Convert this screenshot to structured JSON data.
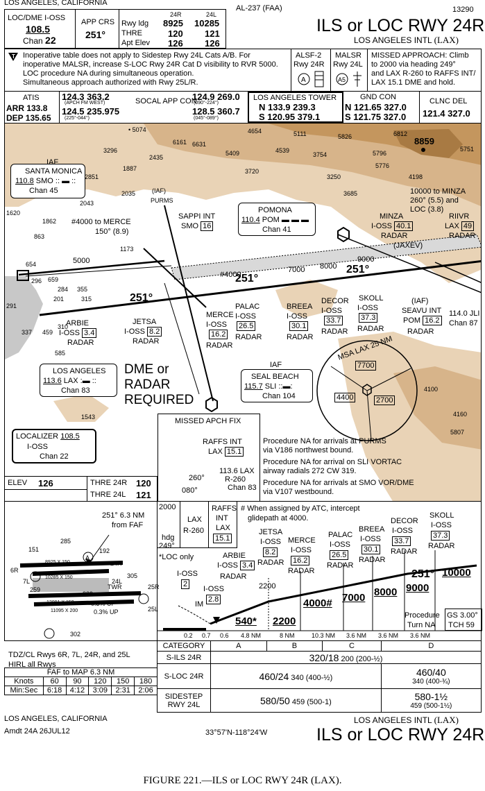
{
  "header": {
    "location_top": "LOS ANGELES, CALIFORNIA",
    "faa_code": "AL-237 (FAA)",
    "chart_number": "13290",
    "title": "ILS or LOC RWY 24R",
    "airport": "LOS ANGELES INTL",
    "airport_id": "(LAX)",
    "loc_label": "LOC/DME  I-OSS",
    "loc_freq": "108.5",
    "chan_label": "Chan",
    "chan_num": "22",
    "app_crs_label": "APP CRS",
    "app_crs": "251°",
    "rwy_idg_label": "Rwy ldg",
    "thre_label": "THRE",
    "apt_elev_label": "Apt Elev",
    "rwy1": "24R",
    "rwy2": "24L",
    "ldg1": "8925",
    "ldg2": "10285",
    "thre1": "120",
    "thre2": "121",
    "elev1": "126",
    "elev2": "126"
  },
  "notes": {
    "note1": "Inoperative table does not apply to Sidestep Rwy 24L Cats A/B.  For",
    "note2": "inoperative MALSR, increase S-LOC Rwy 24R Cat D visibility to RVR 5000.",
    "note3": "LOC procedure NA during simultaneous operation.",
    "note4": "Simultaneous approach authorized with Rwy 25L/R.",
    "alsf": "ALSF-2",
    "alsf_rwy": "Rwy 24R",
    "malsr": "MALSR",
    "malsr_rwy": "Rwy 24L",
    "missed1": "MISSED APPROACH:  Climb",
    "missed2": "to 2000 via heading 249°",
    "missed3": "and LAX R-260 to RAFFS INT/",
    "missed4": "LAX 15.1 DME and hold."
  },
  "comms": {
    "atis": "ATIS",
    "arr": "ARR 133.8",
    "dep": "DEP 135.65",
    "socal1": "124.3  363.2",
    "socal_note1": "(APCH FM WEST)",
    "socal2": "124.5  235.975",
    "socal_note2": "(225°-044°)",
    "socal_label": "SOCAL APP CON",
    "socal3": "124.9  269.0",
    "socal_note3": "(090°-224°)",
    "socal4": "128.5  360.7",
    "socal_note4": "(045°-089°)",
    "tower_label": "LOS ANGELES TOWER",
    "tower_n": "N 133.9  239.3",
    "tower_s": "S 120.95  379.1",
    "gnd_label": "GND CON",
    "gnd_n": "N 121.65  327.0",
    "gnd_s": "S 121.75  327.0",
    "clnc_label": "CLNC DEL",
    "clnc": "121.4  327.0"
  },
  "plan": {
    "santa_monica": "SANTA MONICA",
    "smo_freq": "110.8",
    "smo_id": "SMO",
    "chan45": "Chan 45",
    "iaf": "IAF",
    "pomona": "POMONA",
    "pom_freq": "110.4",
    "pom_id": "POM",
    "chan41": "Chan 41",
    "los_angeles": "LOS ANGELES",
    "lax_freq": "113.6",
    "lax_id": "LAX",
    "chan83": "Chan 83",
    "seal_beach": "SEAL BEACH",
    "sli_freq": "115.7",
    "sli_id": "SLI",
    "chan104": "Chan 104",
    "localizer": "LOCALIZER",
    "loc_freq": "108.5",
    "loc_id": "I-OSS",
    "chan22": "Chan 22",
    "dme_req1": "DME or",
    "dme_req2": "RADAR",
    "dme_req3": "REQUIRED",
    "minza_note1": "10000 to MINZA",
    "minza_note2": "260° (5.5) and",
    "minza_note3": "LOC (3.8)",
    "merce_note1": "#4000 to MERCE",
    "merce_note2": "150° (8.9)",
    "jaxev": "(JAXEV)",
    "purms": "PURMS",
    "iaf_purms": "(IAF)",
    "sappi": "SAPPI INT",
    "smo16": "SMO",
    "smo16v": "16",
    "minza": "MINZA",
    "minza_ioss": "I-OSS",
    "minza_d": "40.1",
    "radar": "RADAR",
    "riivr": "RIIVR",
    "riivr_lax": "LAX",
    "riivr_d": "49",
    "arbie": "ARBIE",
    "jetsa": "JETSA",
    "merce": "MERCE",
    "palac": "PALAC",
    "breea": "BREEA",
    "decor": "DECOR",
    "skoll": "SKOLL",
    "seavu": "SEAVU INT",
    "arbie_d": "3.4",
    "jetsa_d": "8.2",
    "merce_d": "16.2",
    "palac_d": "26.5",
    "breea_d": "30.1",
    "decor_d": "33.7",
    "skoll_d": "37.3",
    "seavu_d": "16.2",
    "seavu_pom": "POM",
    "jli": "114.0 JLI",
    "chan87": "Chan 87",
    "msa": "MSA LAX 25 NM",
    "msa1": "7700",
    "msa2": "4400",
    "msa3": "2700",
    "missed_fix": "MISSED APCH FIX",
    "raffs": "RAFFS INT",
    "raffs_lax": "LAX",
    "raffs_d": "15.1",
    "proc_na1": "Procedure NA for arrivals at PURMS",
    "proc_na2": "via V186 northwest bound.",
    "proc_na3": "Procedure NA for arrival on SLI VORTAC",
    "proc_na4": "airway radials 272 CW 319.",
    "proc_na5": "Procedure NA for arrivals at SMO VOR/DME",
    "proc_na6": "via V107 westbound.",
    "elev_label": "ELEV",
    "elev": "126",
    "thre24r": "THRE 24R",
    "thre24r_v": "120",
    "thre24l": "THRE 24L",
    "thre24l_v": "121",
    "peaks": [
      "5074",
      "6161",
      "6631",
      "4654",
      "5111",
      "5826",
      "6812",
      "8859",
      "5751",
      "3296",
      "2435",
      "5409",
      "4539",
      "3754",
      "5796",
      "1887",
      "2851",
      "3720",
      "5776",
      "4198",
      "3250",
      "3685",
      "2035",
      "2043",
      "1620",
      "1862",
      "863",
      "1173",
      "654",
      "296",
      "659",
      "284",
      "355",
      "291",
      "201",
      "315",
      "337",
      "459",
      "310",
      "585",
      "1543",
      "4100",
      "4160",
      "5807"
    ]
  },
  "profile": {
    "hold_alt": "2000",
    "hdg": "hdg",
    "hdg_val": "249°",
    "lax": "LAX",
    "r260": "R-260",
    "raffs": "RAFFS",
    "int": "INT",
    "raffs_lax": "LAX",
    "raffs_d": "15.1",
    "note1": "# When assigned by ATC, intercept",
    "note2": "glidepath at 4000.",
    "loc_only": "*LOC only",
    "fixes": [
      {
        "n": "SKOLL",
        "id": "I-OSS",
        "d": "37.3",
        "r": "RADAR"
      },
      {
        "n": "DECOR",
        "id": "I-OSS",
        "d": "33.7",
        "r": "RADAR"
      },
      {
        "n": "BREEA",
        "id": "I-OSS",
        "d": "30.1",
        "r": "RADAR"
      },
      {
        "n": "PALAC",
        "id": "I-OSS",
        "d": "26.5",
        "r": "RADAR"
      },
      {
        "n": "MERCE",
        "id": "I-OSS",
        "d": "16.2",
        "r": "RADAR"
      },
      {
        "n": "JETSA",
        "id": "I-OSS",
        "d": "8.2",
        "r": "RADAR"
      },
      {
        "n": "ARBIE",
        "id": "I-OSS",
        "d": "3.4",
        "r": "RADAR"
      }
    ],
    "ioss2": "I-OSS",
    "d2": "2",
    "ioss28": "I-OSS",
    "d28": "2.8",
    "im": "IM",
    "crs": "251°",
    "alt10000": "10000",
    "alt9000": "9000",
    "alt8000": "8000",
    "alt7000": "7000",
    "alt4000": "4000#",
    "alt2200": "2200",
    "alt540": "540*",
    "alt2200b": "2200",
    "proc": "Procedure",
    "turn_na": "Turn NA",
    "gs": "GS 3.00°",
    "tch": "TCH 59",
    "dists": [
      "0.2",
      "0.7",
      "0.6",
      "4.8 NM",
      "8 NM",
      "10.3 NM",
      "3.6 NM",
      "3.6 NM",
      "3.6 NM"
    ]
  },
  "airport_diag": {
    "fix_note1": "251° 6.3 NM",
    "fix_note2": "from FAF",
    "rwy_6r": "6R",
    "rwy_24r": "24R",
    "rwy_25r": "25R",
    "rwy_25l": "25L",
    "rwy_7l": "7L",
    "rwy_24l": "24L",
    "dim1": "8925 X 150",
    "dim2": "10285 X 150",
    "dim3": "12091 X 150",
    "dim4": "11095 X 200",
    "tw": "TWR",
    "tw_h": "389",
    "e285": "285",
    "e151": "151",
    "e192": "192",
    "e305": "305",
    "e259": "259",
    "e302": "302",
    "up1": "0.3% UP",
    "up2": "0.3% UP",
    "tdz1": "TDZ/CL Rwys 6R, 7L, 24R, and 25L",
    "tdz2": "HIRL all Rwys"
  },
  "minimums": {
    "cat_label": "CATEGORY",
    "cats": [
      "A",
      "B",
      "C",
      "D"
    ],
    "sils": "S-ILS 24R",
    "sils_val": "320/18",
    "sils_sub": "200 (200-½)",
    "sloc": "S-LOC 24R",
    "sloc_abc": "460/24",
    "sloc_abc_sub": "340 (400-½)",
    "sloc_d": "460/40",
    "sloc_d_sub": "340 (400-¾)",
    "side": "SIDESTEP",
    "side2": "RWY 24L",
    "side_abc": "580/50",
    "side_abc_sub": "459 (500-1)",
    "side_d": "580-1½",
    "side_d_sub": "459 (500-1½)"
  },
  "timing": {
    "faf": "FAF to MAP  6.3 NM",
    "knots": "Knots",
    "speeds": [
      "60",
      "90",
      "120",
      "150",
      "180"
    ],
    "minsec": "Min:Sec",
    "times": [
      "6:18",
      "4:12",
      "3:09",
      "2:31",
      "2:06"
    ]
  },
  "footer": {
    "location": "LOS ANGELES, CALIFORNIA",
    "amdt": "Amdt 24A  26JUL12",
    "coords": "33°57'N-118°24'W",
    "airport": "LOS ANGELES INTL",
    "airport_id": "(LAX)",
    "title": "ILS or LOC RWY 24R",
    "caption": "FIGURE 221.—ILS or LOC RWY 24R (LAX)."
  }
}
